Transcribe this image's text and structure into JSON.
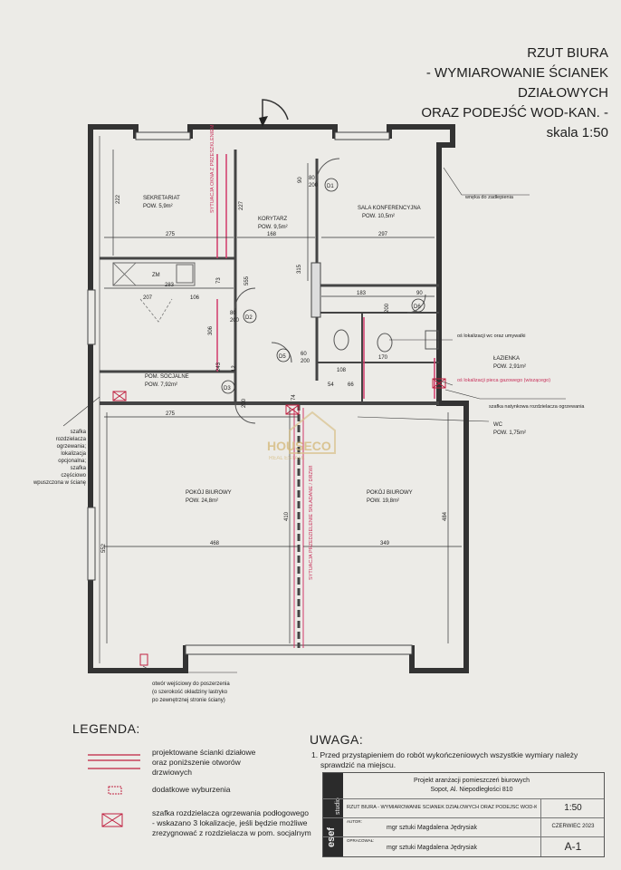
{
  "title": {
    "line1": "RZUT BIURA",
    "line2": "- WYMIAROWANIE ŚCIANEK",
    "line3": "DZIAŁOWYCH",
    "line4": "ORAZ PODEJŚĆ WOD-KAN. -",
    "line5": "skala 1:50"
  },
  "rooms": {
    "sekretariat": {
      "name": "SEKRETARIAT",
      "area": "POW. 5,9m²"
    },
    "korytarz": {
      "name": "KORYTARZ",
      "area": "POW. 9,5m²"
    },
    "sala": {
      "name": "SALA KONFERENCYJNA",
      "area": "POW. 10,5m²"
    },
    "socjalne": {
      "name": "POM. SOCJALNE",
      "area": "POW. 7,92m²"
    },
    "lazienka": {
      "name": "ŁAZIENKA",
      "area": "POW. 2,91m²"
    },
    "wc": {
      "name": "WC",
      "area": "POW. 1,75m²"
    },
    "pokoj1": {
      "name": "POKÓJ BIUROWY",
      "area": "POW. 24,8m²"
    },
    "pokoj2": {
      "name": "POKÓJ BIUROWY",
      "area": "POW. 19,8m²"
    }
  },
  "doors": {
    "d1": "D1",
    "d2": "D2",
    "d3": "D3",
    "d5": "D5",
    "d6": "D6"
  },
  "fixtures": {
    "zm": "ZM"
  },
  "dimensions": {
    "d222a": "222",
    "d275a": "275",
    "d168": "168",
    "d297": "297",
    "d227": "227",
    "d80": "80",
    "d200a": "200",
    "d90a": "90",
    "d315": "315",
    "d555": "555",
    "d73": "73",
    "d283": "283",
    "d207": "207",
    "d106": "106",
    "d306": "306",
    "d243": "243",
    "d12": "12",
    "d183": "183",
    "d90b": "90",
    "d200b": "200",
    "d60": "60",
    "d200c": "200",
    "d108": "108",
    "d54": "54",
    "d66": "66",
    "d170": "170",
    "d275b": "275",
    "d552": "552",
    "d468": "468",
    "d349": "349",
    "d410": "410",
    "d484": "484",
    "d74": "74",
    "d200d": "200",
    "d200e": "200"
  },
  "annotations": {
    "wneka": "wnęka do zadłepienia",
    "wc_umyw": "oś lokalizacji wc oraz umywalki",
    "piec": "oś lokalizacji pieca gazowego (wiszącego)",
    "szafka_natynk": "szafka natynkowa rozdzielacza ogrzewania",
    "szafka_left1": "szafka",
    "szafka_left2": "rozdzielacza",
    "szafka_left3": "ogrzewania;",
    "szafka_left4": "lokalizacja",
    "szafka_left5": "opcjonalna;",
    "szafka_left6": "szafka",
    "szafka_left7": "częściowo",
    "szafka_left8": "wpuszczona w ścianę",
    "otwor1": "otwór wejściowy do poszerzenia",
    "otwor2": "(o szerokość okładziny lastryko",
    "otwor3": "po zewnętrznej stronie ściany)",
    "sytuacja1": "SYTUACJA OKNA Z PRZESZKLENIEM",
    "sytuacja2": "SYTUACJA PRZEDZIELENIE SKŁADANE / DRZWI"
  },
  "watermark": {
    "line1": "HOUSECO",
    "line2": "REAL ESTATE"
  },
  "legend": {
    "heading": "LEGENDA:",
    "item1a": "projektowane ścianki działowe",
    "item1b": "oraz poniższenie otworów",
    "item1c": "drzwiowych",
    "item2": "dodatkowe wyburzenia",
    "item3a": "szafka rozdzielacza ogrzewania podłogowego",
    "item3b": "- wskazano 3 lokalizacje, jeśli będzie możliwe",
    "item3c": "zrezygnować z rozdzielacza w pom. socjalnym"
  },
  "uwaga": {
    "heading": "UWAGA:",
    "line1": "1. Przed przystąpieniem do robót wykończeniowych wszystkie wymiary należy",
    "line2": "sprawdzić na miejscu."
  },
  "titleblock": {
    "project1": "Projekt aranżacji pomieszczeń biurowych",
    "project2": "Sopot, Al. Niepodległości 810",
    "sheet_title": "RZUT BIURA - WYMIAROWANIE ŚCIANEK DZIAŁOWYCH ORAZ PODEJŚĆ WOD-KAN.",
    "scale": "1:50",
    "autor_label": "AUTOR:",
    "autor": "mgr sztuki Magdalena Jędrysiak",
    "date": "CZERWIEC 2023",
    "oprac_label": "OPRACOWAŁ:",
    "oprac": "mgr sztuki Magdalena Jędrysiak",
    "sheet_no": "A-1",
    "logo1": "esef",
    "logo2": "studio"
  }
}
